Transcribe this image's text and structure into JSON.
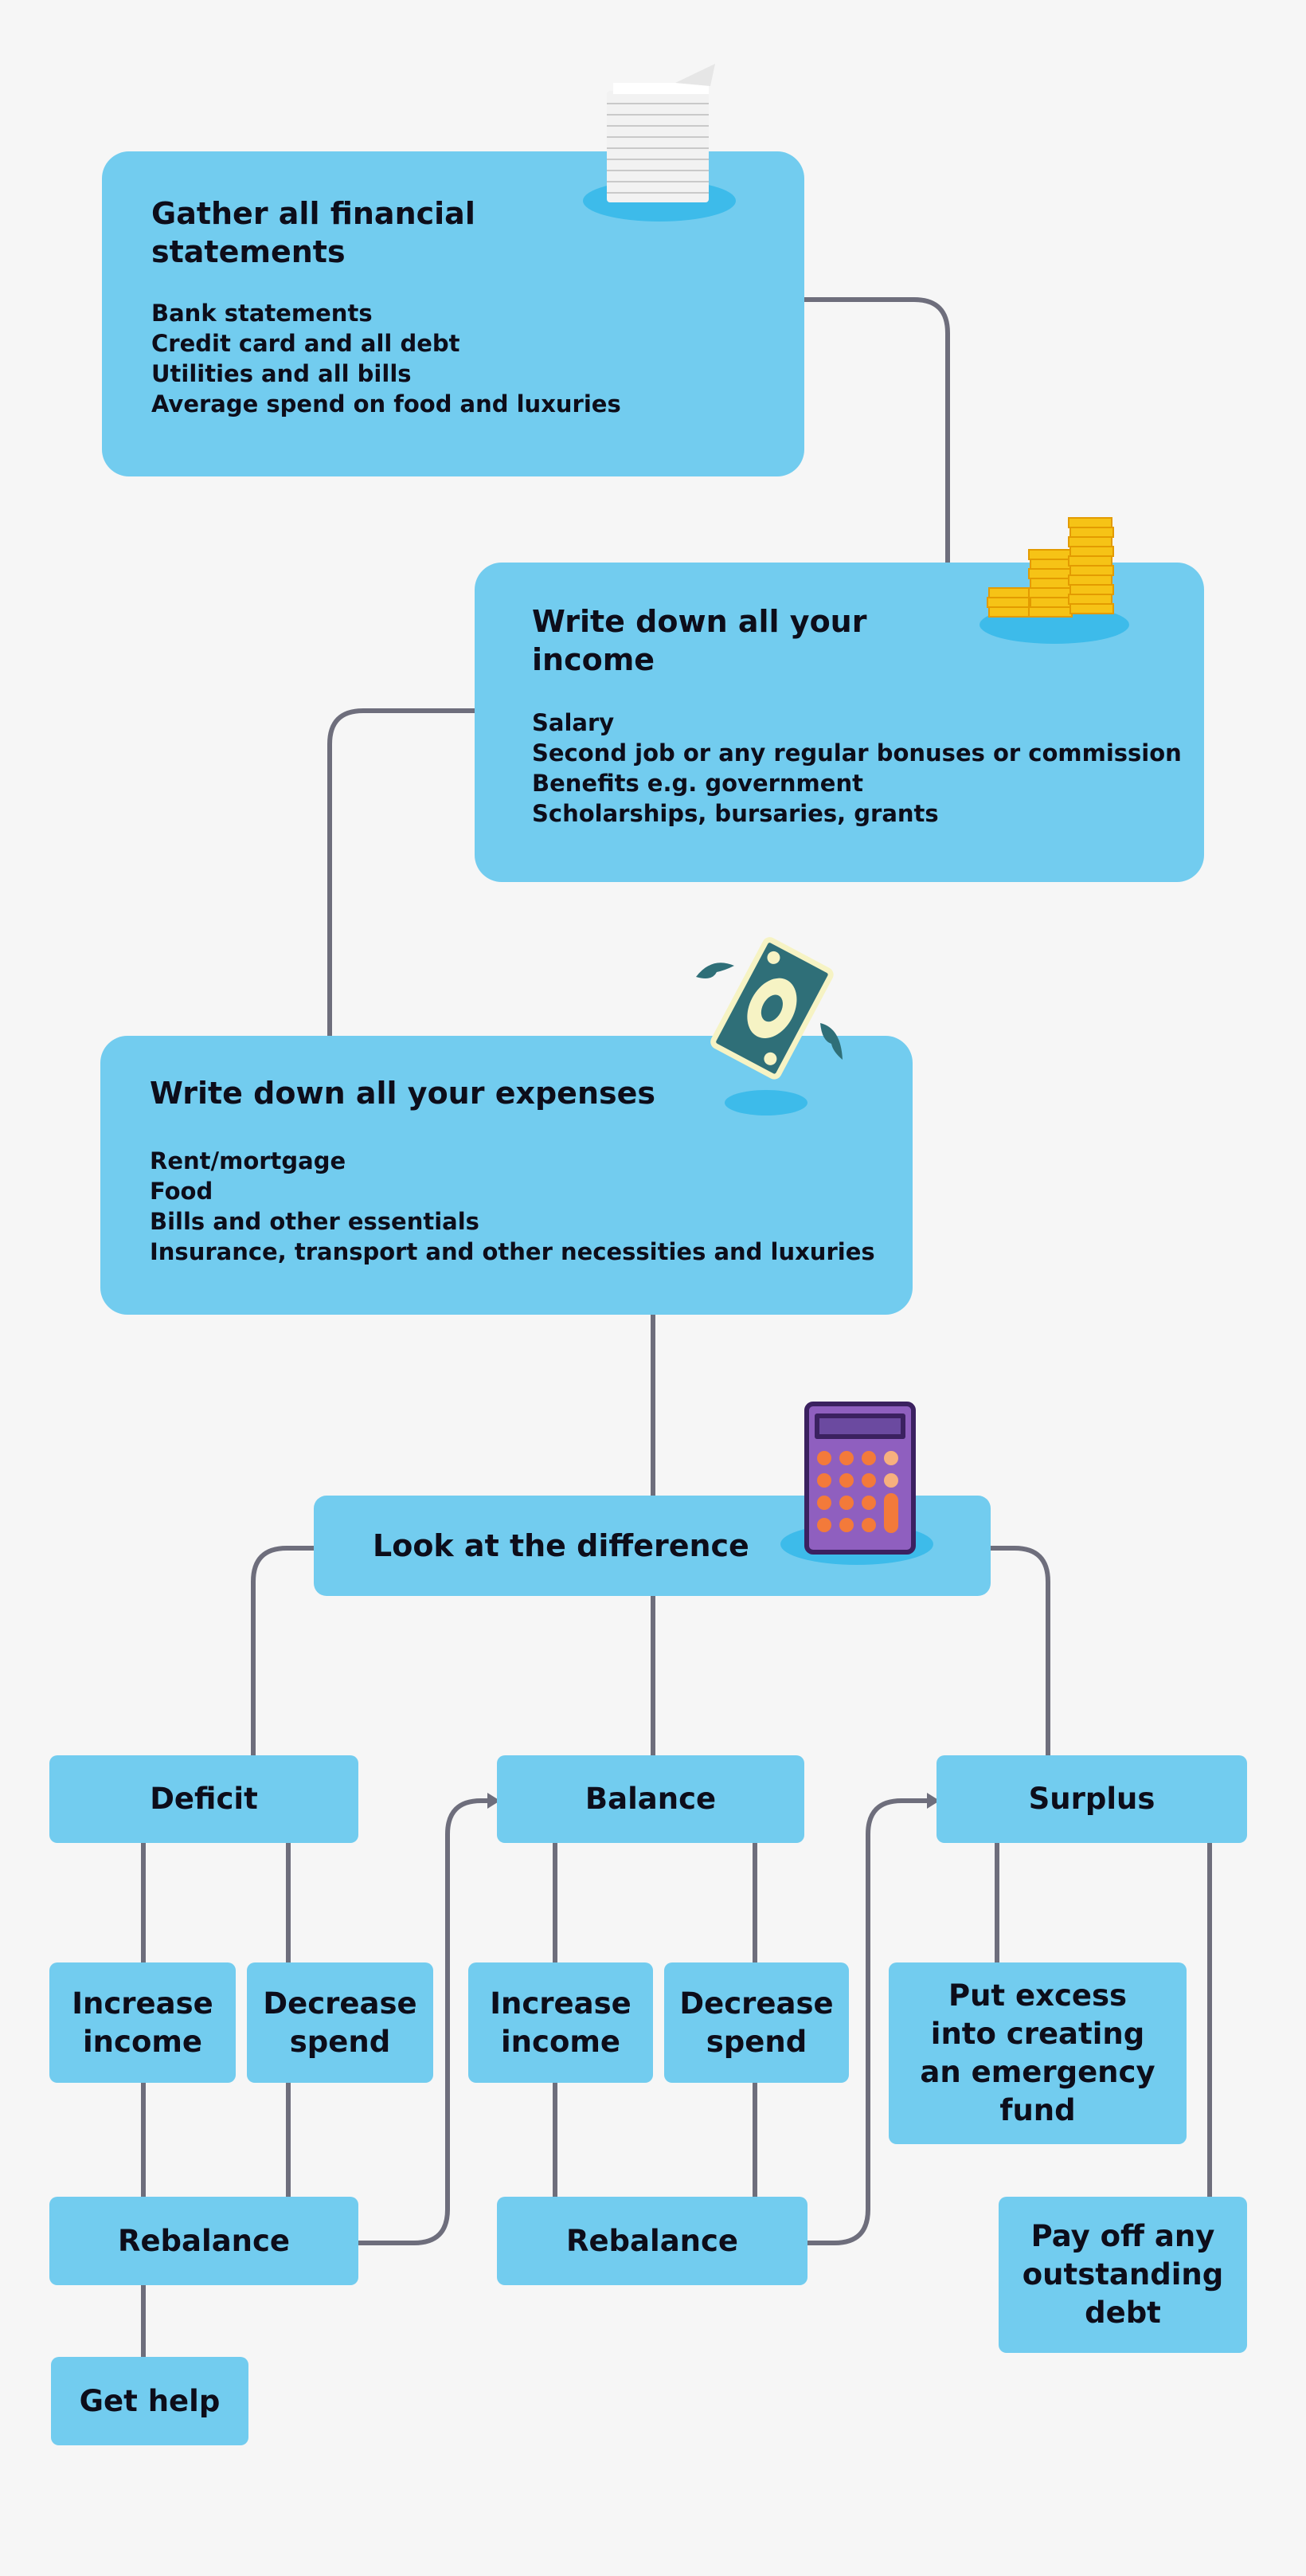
{
  "steps": {
    "gather": {
      "title": "Gather all financial\nstatements",
      "items": [
        "Bank statements",
        "Credit card and all debt",
        "Utilities and all bills",
        "Average spend on food and luxuries"
      ]
    },
    "income": {
      "title": "Write down all your\nincome",
      "items": [
        "Salary",
        "Second job or any regular bonuses or commission",
        "Benefits e.g. government",
        "Scholarships, bursaries, grants"
      ]
    },
    "expenses": {
      "title": "Write down all your expenses",
      "items": [
        "Rent/mortgage",
        "Food",
        "Bills and other essentials",
        "Insurance, transport and other necessities and luxuries"
      ]
    },
    "difference": {
      "title": "Look at the difference"
    }
  },
  "outcomes": {
    "deficit": "Deficit",
    "balance": "Balance",
    "surplus": "Surplus"
  },
  "actions": {
    "deficit_increase": "Increase income",
    "deficit_decrease": "Decrease spend",
    "deficit_rebalance": "Rebalance",
    "get_help": "Get help",
    "balance_increase": "Increase income",
    "balance_decrease": "Decrease spend",
    "balance_rebalance": "Rebalance",
    "surplus_emergency": "Put excess into creating an emergency fund",
    "surplus_debt": "Pay off any outstanding debt"
  },
  "colors": {
    "box": "#72ccef",
    "connector": "#6e6e7c",
    "background": "#f6f6f6",
    "shadow": "#3dbbea"
  },
  "illustrations": [
    "paper-stack-icon",
    "coin-stacks-icon",
    "flying-money-icon",
    "calculator-icon"
  ]
}
